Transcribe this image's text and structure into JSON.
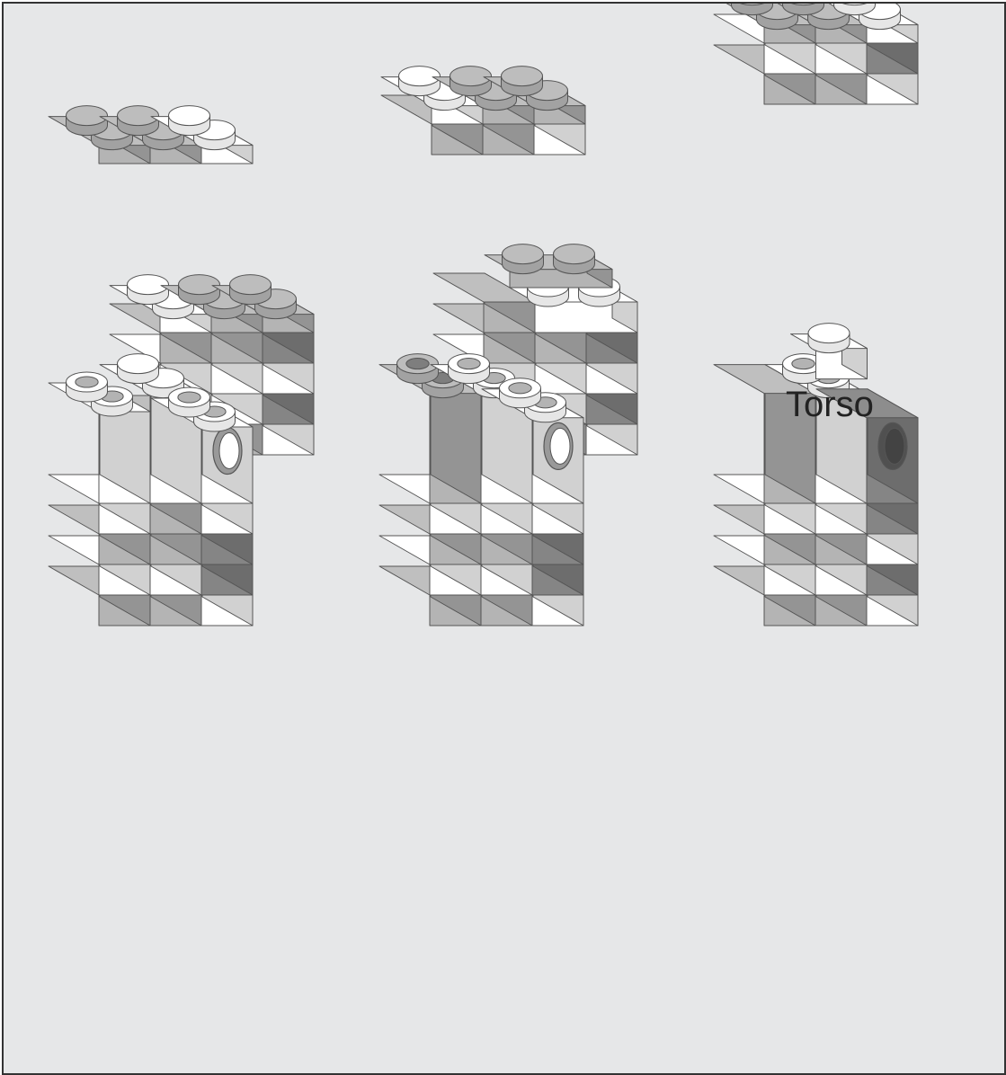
{
  "title": "Torso",
  "colors": {
    "background": "#e6e7e8",
    "brick_white": "#ffffff",
    "brick_gray": "#b4b4b4",
    "brick_dark": "#858585",
    "outline": "#555555"
  },
  "steps": [
    {
      "name": "step-1-base-plate",
      "icon": "brick-stack-icon"
    },
    {
      "name": "step-2",
      "icon": "brick-stack-icon"
    },
    {
      "name": "step-3",
      "icon": "brick-stack-icon"
    },
    {
      "name": "step-4",
      "icon": "brick-stack-icon"
    },
    {
      "name": "step-5",
      "icon": "brick-stack-icon"
    },
    {
      "name": "step-6-technic-holes",
      "icon": "brick-stack-icon"
    },
    {
      "name": "step-7-technic-holes",
      "icon": "brick-stack-icon"
    },
    {
      "name": "step-8-axle-peg",
      "icon": "brick-stack-icon"
    }
  ]
}
